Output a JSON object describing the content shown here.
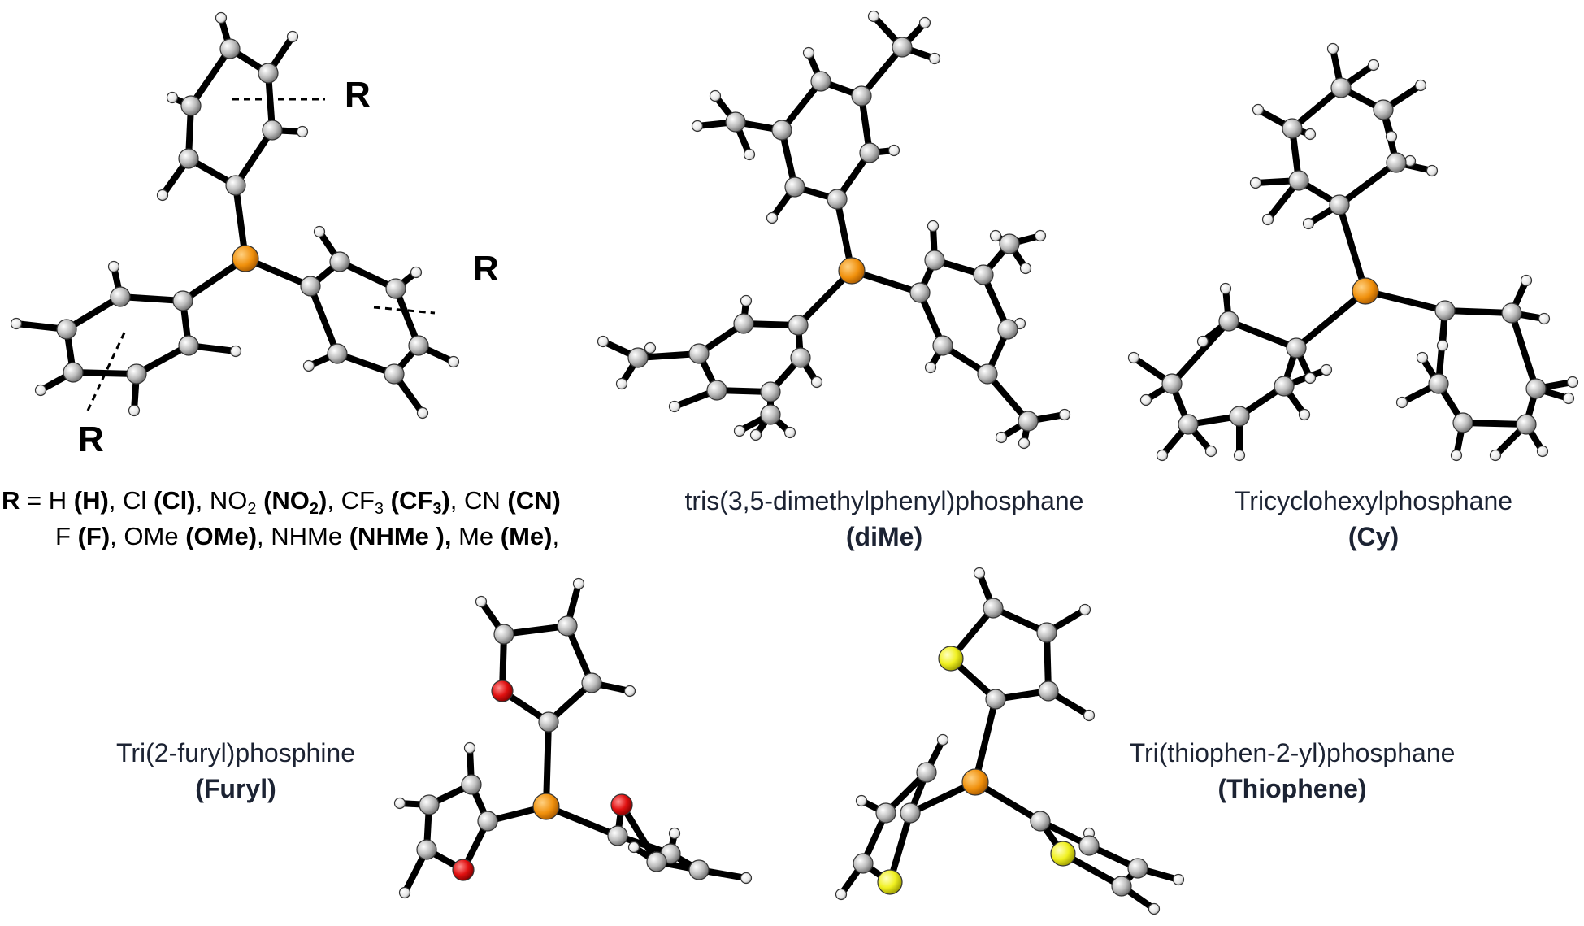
{
  "figure": {
    "r_label": "R",
    "substituents": {
      "lead": "R",
      "eq": " = ",
      "line1": [
        {
          "name": "H",
          "code": "(H)"
        },
        {
          "name": "Cl",
          "code": "(Cl)"
        },
        {
          "name": "NO2",
          "code": "(NO2)"
        },
        {
          "name": "CF3",
          "code": "(CF3)"
        },
        {
          "name": "CN",
          "code": "(CN)"
        }
      ],
      "line2": [
        {
          "name": "F",
          "code": "(F)"
        },
        {
          "name": "OMe",
          "code": "(OMe)"
        },
        {
          "name": "NHMe",
          "code": "(NHMe ),"
        },
        {
          "name": "Me",
          "code": "(Me)"
        }
      ]
    },
    "molecules": [
      {
        "id": "dime",
        "name": "tris(3,5-dimethylphenyl)phosphane",
        "code": "(diMe)"
      },
      {
        "id": "cy",
        "name": "Tricyclohexylphosphane",
        "code": "(Cy)"
      },
      {
        "id": "furyl",
        "name": "Tri(2-furyl)phosphine",
        "code": "(Furyl)"
      },
      {
        "id": "thiophene",
        "name": "Tri(thiophen-2-yl)phosphane",
        "code": "(Thiophene)"
      }
    ],
    "colors": {
      "phosphorus": "#f0900c",
      "carbon": "#bdbdbd",
      "hydrogen": "#f2f2f2",
      "oxygen": "#e01010",
      "sulfur": "#f0f020",
      "bond": "#000000"
    }
  }
}
